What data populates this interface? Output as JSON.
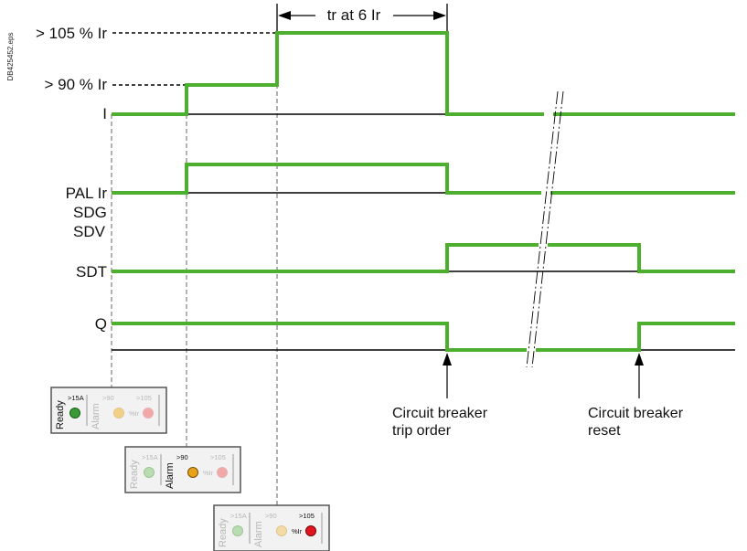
{
  "doc_code": "DB425452.eps",
  "duration_label": "tr at 6 Ir",
  "signals": {
    "current": {
      "label": "I",
      "level_labels": [
        "> 105 % Ir",
        "> 90 % Ir"
      ]
    },
    "pal_ir": {
      "label": "PAL Ir"
    },
    "sdg": {
      "label": "SDG"
    },
    "sdv": {
      "label": "SDV"
    },
    "sdt": {
      "label": "SDT"
    },
    "q": {
      "label": "Q"
    }
  },
  "annotations": {
    "trip": {
      "line1": "Circuit breaker",
      "line2": "trip order"
    },
    "reset": {
      "line1": "Circuit breaker",
      "line2": "reset"
    }
  },
  "panels": [
    {
      "ready": "Ready",
      "alarm": "Alarm",
      "t15": ">15A",
      "t90": ">90",
      "t105": ">105",
      "ir": "%Ir",
      "active": "ready",
      "led_colors": [
        "#3a9a35",
        "#f3cf86",
        "#f3a8a8"
      ]
    },
    {
      "ready": "Ready",
      "alarm": "Alarm",
      "t15": ">15A",
      "t90": ">90",
      "t105": ">105",
      "ir": "%Ir",
      "active": "alarm",
      "led_colors": [
        "#b9dcb2",
        "#e8a21a",
        "#f3a8a8"
      ]
    },
    {
      "ready": "Ready",
      "alarm": "Alarm",
      "t15": ">15A",
      "t90": ">90",
      "t105": ">105",
      "ir": "%Ir",
      "active": "ir",
      "led_colors": [
        "#b9dcb2",
        "#f3dba6",
        "#e0151f"
      ]
    }
  ],
  "colors": {
    "signal": "#4caf2e",
    "baseline": "#000000",
    "panel_bg": "#f2f2f2"
  }
}
